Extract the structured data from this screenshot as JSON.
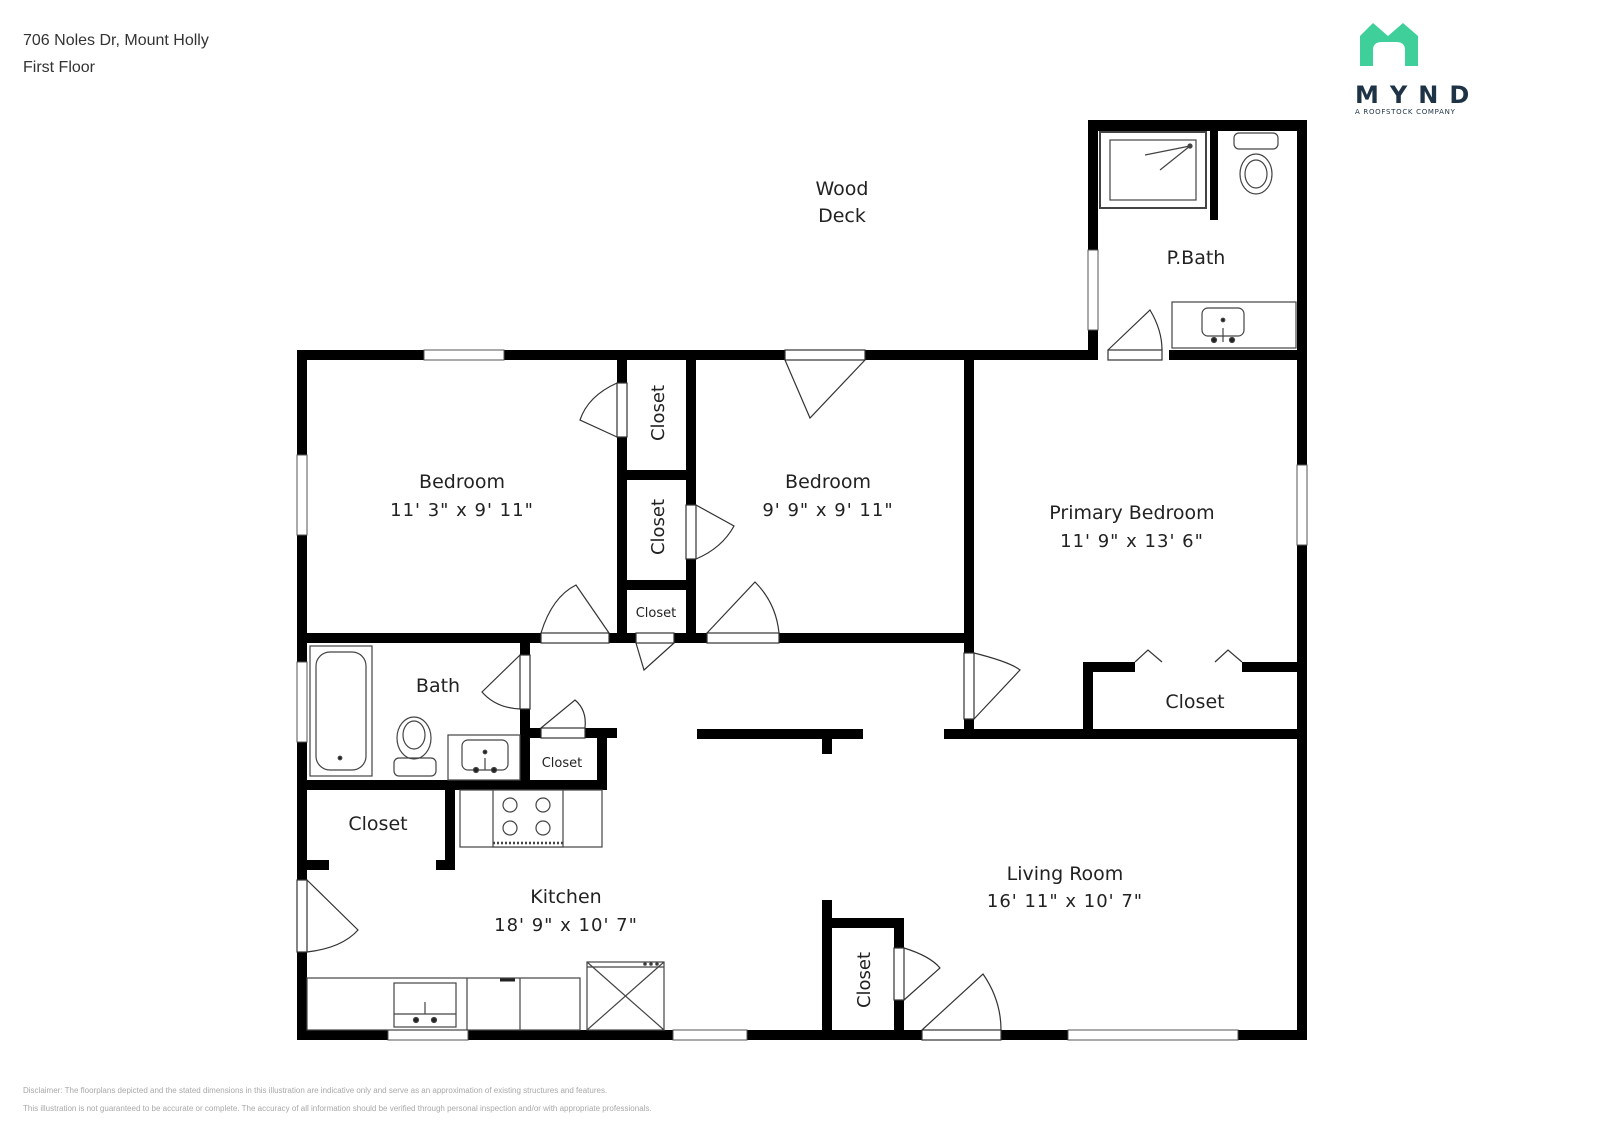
{
  "header": {
    "address": "706 Noles Dr, Mount Holly",
    "floor": "First Floor"
  },
  "brand": {
    "name": "MYND",
    "tagline": "A ROOFSTOCK COMPANY",
    "color": "#3ecf9a",
    "text_color": "#1e3346"
  },
  "rooms": {
    "wood_deck": {
      "line1": "Wood",
      "line2": "Deck"
    },
    "pbath": {
      "name": "P.Bath"
    },
    "bedroom1": {
      "name": "Bedroom",
      "dims": "11' 3\" x 9' 11\""
    },
    "bedroom2": {
      "name": "Bedroom",
      "dims": "9' 9\" x 9' 11\""
    },
    "primary_bedroom": {
      "name": "Primary Bedroom",
      "dims": "11' 9\" x 13' 6\""
    },
    "bath": {
      "name": "Bath"
    },
    "kitchen": {
      "name": "Kitchen",
      "dims": "18' 9\" x 10' 7\""
    },
    "living_room": {
      "name": "Living Room",
      "dims": "16' 11\" x 10' 7\""
    },
    "closets": {
      "closet_a": "Closet",
      "closet_b": "Closet",
      "closet_c": "Closet",
      "closet_primary": "Closet",
      "closet_bath": "Closet",
      "closet_kitchen": "Closet",
      "closet_living": "Closet"
    }
  },
  "disclaimer": {
    "line1": "Disclaimer: The floorplans depicted and the stated dimensions in this illustration are indicative only and serve as an approximation of existing structures and features.",
    "line2": "This illustration is not guaranteed to be accurate or complete. The accuracy of all information should be verified through personal inspection and/or with appropriate professionals."
  }
}
